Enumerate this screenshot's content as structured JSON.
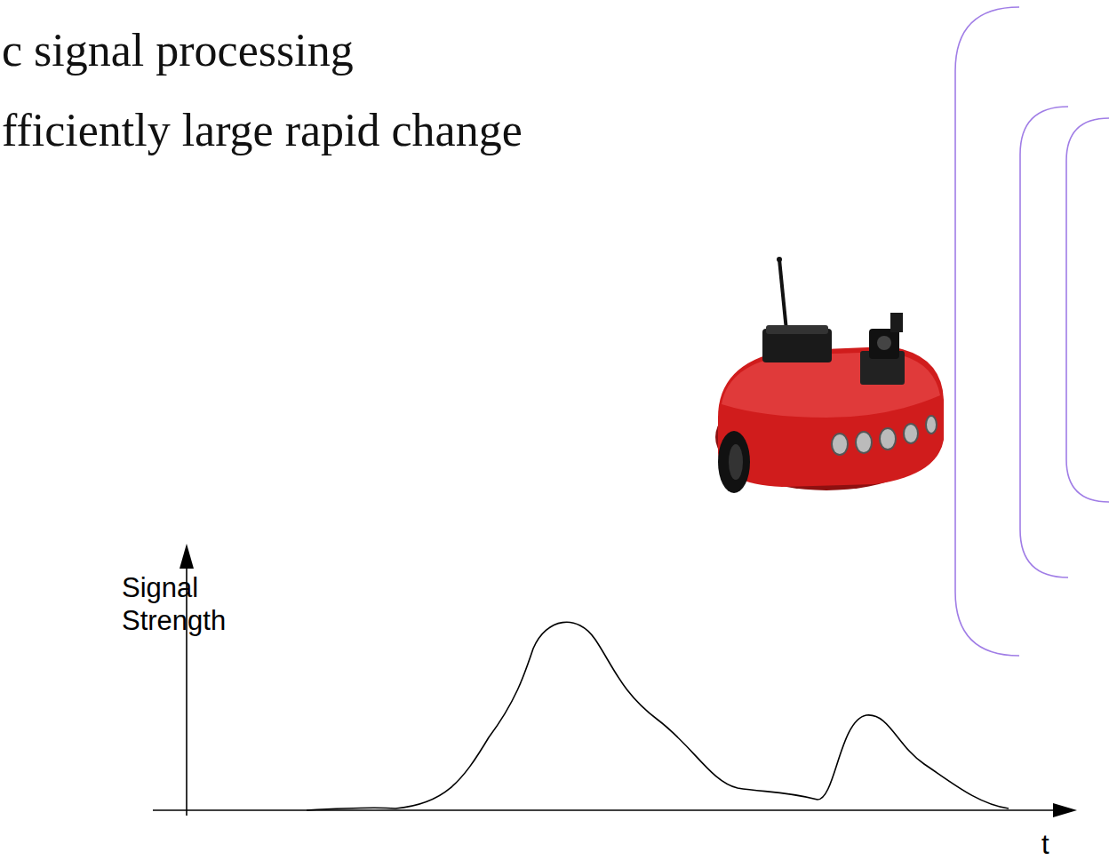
{
  "diagram": {
    "labels": [
      "c signal processing",
      "fficiently large rapid change",
      "Signal Strength",
      "t"
    ]
  }
}
